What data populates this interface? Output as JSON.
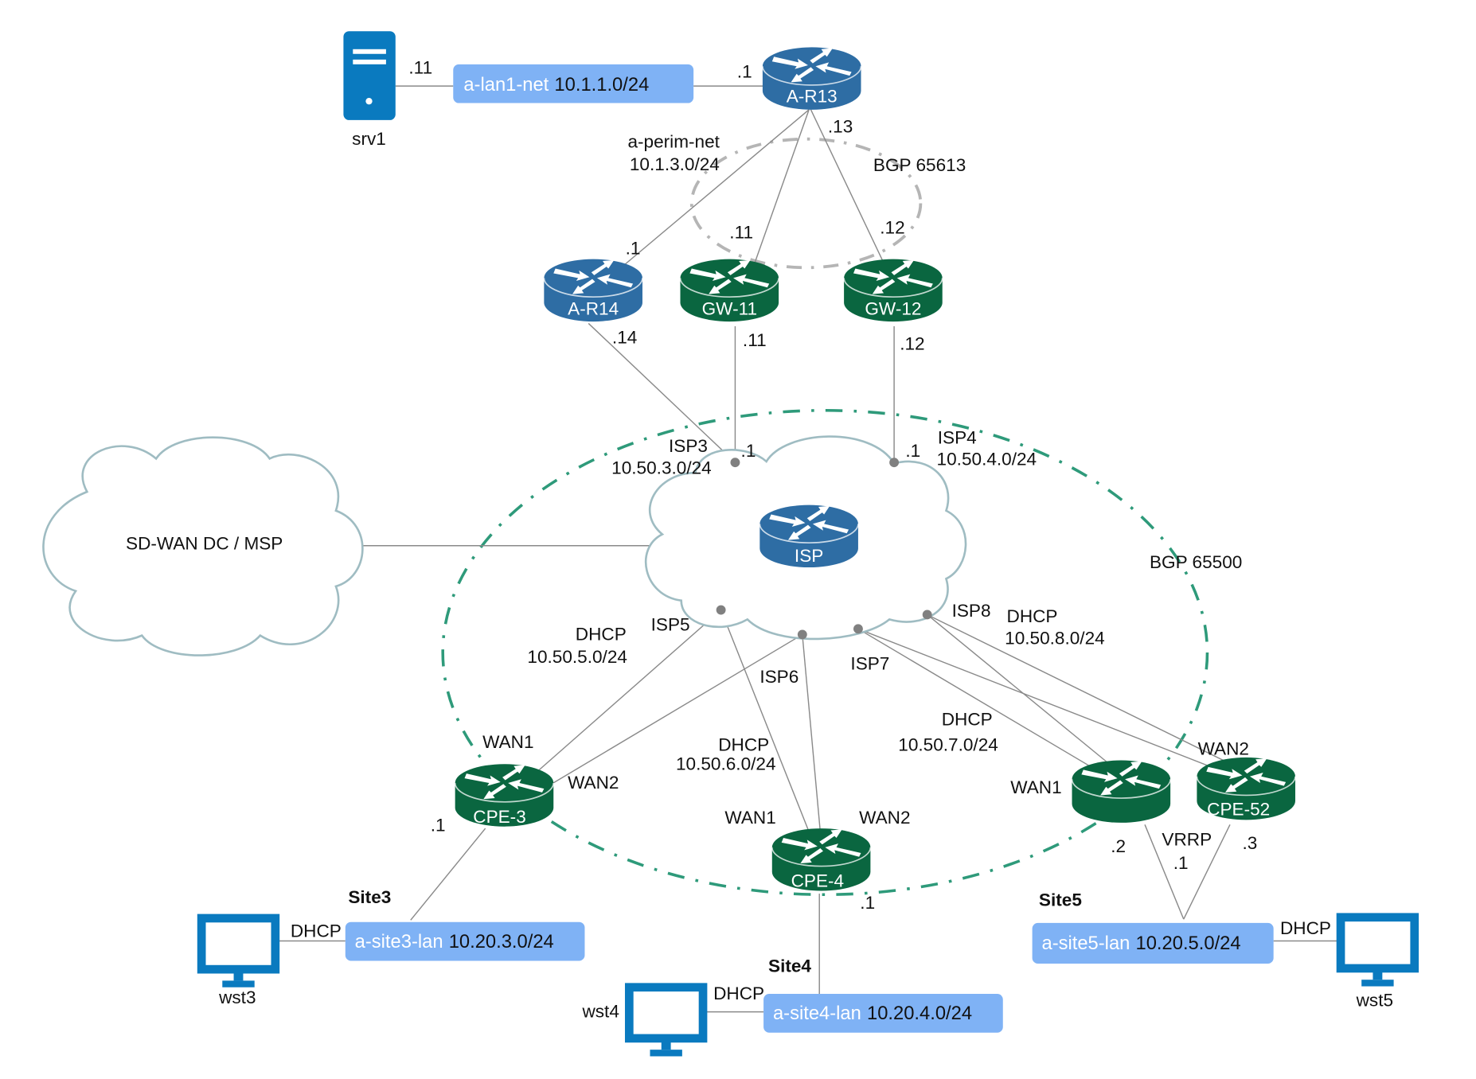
{
  "diagram": {
    "colors": {
      "blue_router": "#2e6da4",
      "green_router": "#0a6640",
      "device_icon": "#0a7abf",
      "network_box": "#7fb2f5",
      "bgp_65500_ring": "#2e9a7a",
      "bgp_65613_ring": "#b5b5b5",
      "link": "#8a8a8a",
      "cloud_outline": "#9fbcc2"
    },
    "devices": {
      "srv1": {
        "name": "srv1",
        "type": "server-icon"
      },
      "a_r13": {
        "name": "A-R13",
        "type": "router-icon"
      },
      "a_r14": {
        "name": "A-R14",
        "type": "router-icon"
      },
      "gw_11": {
        "name": "GW-11",
        "type": "router-icon"
      },
      "gw_12": {
        "name": "GW-12",
        "type": "router-icon"
      },
      "isp": {
        "name": "ISP",
        "type": "router-icon"
      },
      "cpe_3": {
        "name": "CPE-3",
        "type": "router-icon"
      },
      "cpe_4": {
        "name": "CPE-4",
        "type": "router-icon"
      },
      "cpe_51": {
        "name": "",
        "type": "router-icon"
      },
      "cpe_52": {
        "name": "CPE-52",
        "type": "router-icon"
      },
      "wst3": {
        "name": "wst3",
        "type": "monitor-icon"
      },
      "wst4": {
        "name": "wst4",
        "type": "monitor-icon"
      },
      "wst5": {
        "name": "wst5",
        "type": "monitor-icon"
      }
    },
    "clouds": {
      "sdwan": "SD-WAN DC / MSP"
    },
    "networks": {
      "a_lan1": {
        "name": "a-lan1-net",
        "cidr": "10.1.1.0/24"
      },
      "a_site3": {
        "name": "a-site3-lan",
        "cidr": "10.20.3.0/24"
      },
      "a_site4": {
        "name": "a-site4-lan",
        "cidr": "10.20.4.0/24"
      },
      "a_site5": {
        "name": "a-site5-lan",
        "cidr": "10.20.5.0/24"
      }
    },
    "labels": {
      "srv1_ip": ".11",
      "r13_lan_ip": ".1",
      "r13_perim_ip": ".13",
      "perim_net_name": "a-perim-net",
      "perim_net_cidr": "10.1.3.0/24",
      "bgp_65613": "BGP 65613",
      "r14_perim_ip": ".1",
      "gw11_perim_ip": ".11",
      "gw12_perim_ip": ".12",
      "r14_isp_ip": ".14",
      "gw11_isp_ip": ".11",
      "gw12_isp_ip": ".12",
      "isp3_name": "ISP3",
      "isp3_cidr": "10.50.3.0/24",
      "isp3_gw": ".1",
      "isp4_name": "ISP4",
      "isp4_cidr": "10.50.4.0/24",
      "isp4_gw": ".1",
      "bgp_65500": "BGP 65500",
      "isp5_name": "ISP5",
      "isp5_dhcp": "DHCP",
      "isp5_cidr": "10.50.5.0/24",
      "isp6_name": "ISP6",
      "isp6_dhcp": "DHCP",
      "isp6_cidr": "10.50.6.0/24",
      "isp7_name": "ISP7",
      "isp7_dhcp": "DHCP",
      "isp7_cidr": "10.50.7.0/24",
      "isp8_name": "ISP8",
      "isp8_dhcp": "DHCP",
      "isp8_cidr": "10.50.8.0/24",
      "cpe3_wan1": "WAN1",
      "cpe3_wan2": "WAN2",
      "cpe3_lan_ip": ".1",
      "cpe4_wan1": "WAN1",
      "cpe4_wan2": "WAN2",
      "cpe4_lan_ip": ".1",
      "cpe51_wan1": "WAN1",
      "cpe52_wan2": "WAN2",
      "cpe51_lan_ip": ".2",
      "cpe52_lan_ip": ".3",
      "vrrp": "VRRP",
      "vrrp_ip": ".1",
      "site3": "Site3",
      "site4": "Site4",
      "site5": "Site5",
      "wst3_dhcp": "DHCP",
      "wst4_dhcp": "DHCP",
      "wst5_dhcp": "DHCP"
    }
  }
}
